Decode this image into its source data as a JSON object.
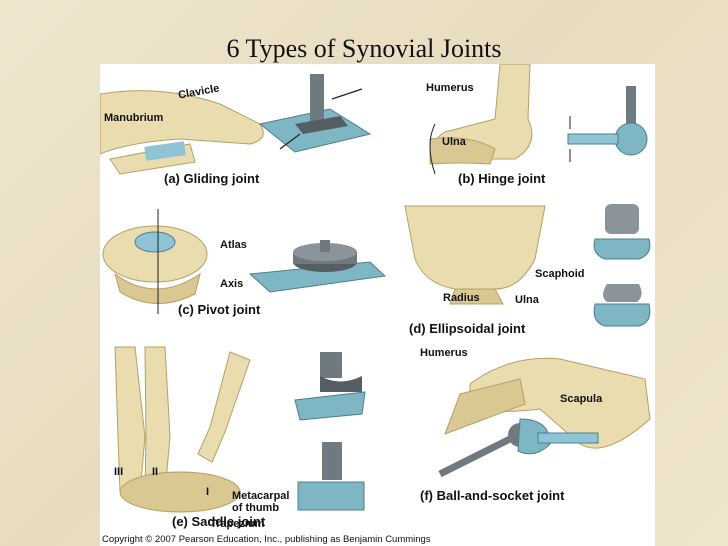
{
  "title": "6 Types of Synovial Joints",
  "panels": {
    "gliding": {
      "caption": "(a) Gliding joint",
      "labels": {
        "clavicle": "Clavicle",
        "manubrium": "Manubrium"
      }
    },
    "hinge": {
      "caption": "(b) Hinge joint",
      "labels": {
        "humerus": "Humerus",
        "ulna": "Ulna"
      }
    },
    "pivot": {
      "caption": "(c) Pivot joint",
      "labels": {
        "atlas": "Atlas",
        "axis": "Axis"
      }
    },
    "ellipsoidal": {
      "caption": "(d) Ellipsoidal joint",
      "labels": {
        "scaphoid": "Scaphoid",
        "radius": "Radius",
        "ulna": "Ulna"
      }
    },
    "saddle": {
      "caption": "(e) Saddle joint",
      "labels": {
        "iii": "III",
        "ii": "II",
        "i": "I",
        "metacarpal_line1": "Metacarpal",
        "metacarpal_line2": "of thumb",
        "trapezium": "Trapezium"
      }
    },
    "ball_socket": {
      "caption": "(f) Ball-and-socket joint",
      "labels": {
        "humerus": "Humerus",
        "scapula": "Scapula"
      }
    }
  },
  "copyright": "Copyright © 2007 Pearson Education, Inc., publishing as Benjamin Cummings",
  "colors": {
    "bone": "#e9dcae",
    "bone_shade": "#c9b27a",
    "cartilage": "#8fc3d6",
    "model_teal": "#7fb6c4",
    "model_grey": "#6f7a80",
    "background": "#e8dcc0"
  }
}
